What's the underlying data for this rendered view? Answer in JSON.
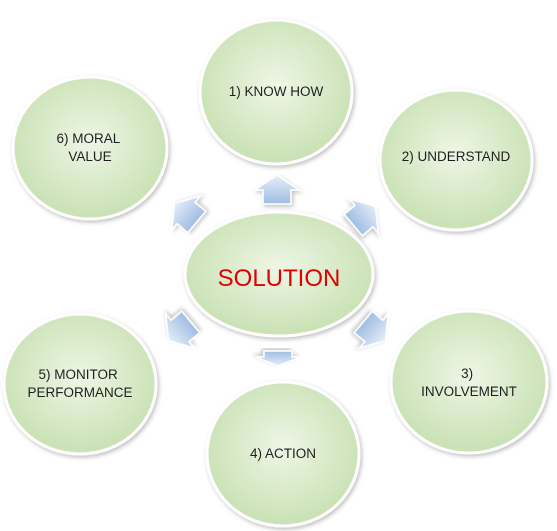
{
  "diagram": {
    "center": {
      "label": "SOLUTION",
      "text_color": "#e00000"
    },
    "nodes": [
      {
        "id": "know-how",
        "lines": [
          "1) KNOW HOW"
        ]
      },
      {
        "id": "understand",
        "lines": [
          "2) UNDERSTAND"
        ]
      },
      {
        "id": "involvement",
        "lines": [
          "3)",
          "INVOLVEMENT"
        ]
      },
      {
        "id": "action",
        "lines": [
          "4) ACTION"
        ]
      },
      {
        "id": "monitor-performance",
        "lines": [
          "5) MONITOR",
          "PERFORMANCE"
        ]
      },
      {
        "id": "moral-value",
        "lines": [
          "6) MORAL",
          "VALUE"
        ]
      }
    ],
    "colors": {
      "circle_fill_light": "#eef6e6",
      "circle_fill_dark": "#c5dfae",
      "circle_stroke": "#ffffff",
      "arrow_fill_light": "#e6eef9",
      "arrow_fill_dark": "#9fbde3",
      "text": "#1f1f1f"
    }
  }
}
